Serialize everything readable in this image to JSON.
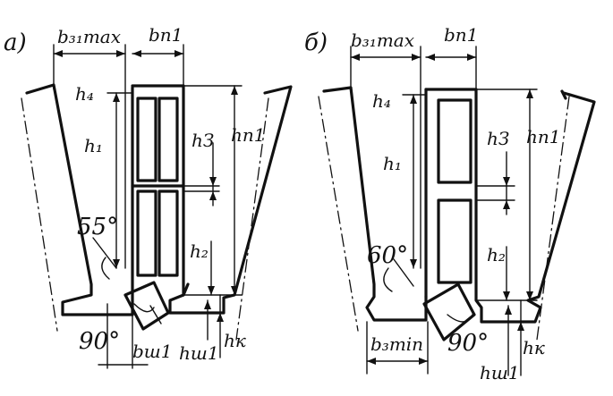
{
  "panel_a": {
    "letter": "а)",
    "b_z1max": "b₃₁max",
    "b_p1": "bп1",
    "h4": "h₄",
    "h1": "h₁",
    "h3": "hЗ",
    "h_p1": "hп1",
    "h2": "h₂",
    "angle_top": "55°",
    "angle_bottom": "90°",
    "b_sh1": "bш1",
    "h_sh1": "hш1",
    "h_k": "hк"
  },
  "panel_b": {
    "letter": "б)",
    "b_z1max": "b₃₁max",
    "b_p1": "bп1",
    "h4": "h₄",
    "h1": "h₁",
    "h3": "hЗ",
    "h_p1": "hп1",
    "h2": "h₂",
    "angle_top": "60°",
    "angle_bottom": "90°",
    "b_z1min": "b₃min",
    "h_sh1": "hш1",
    "h_k": "hк"
  }
}
